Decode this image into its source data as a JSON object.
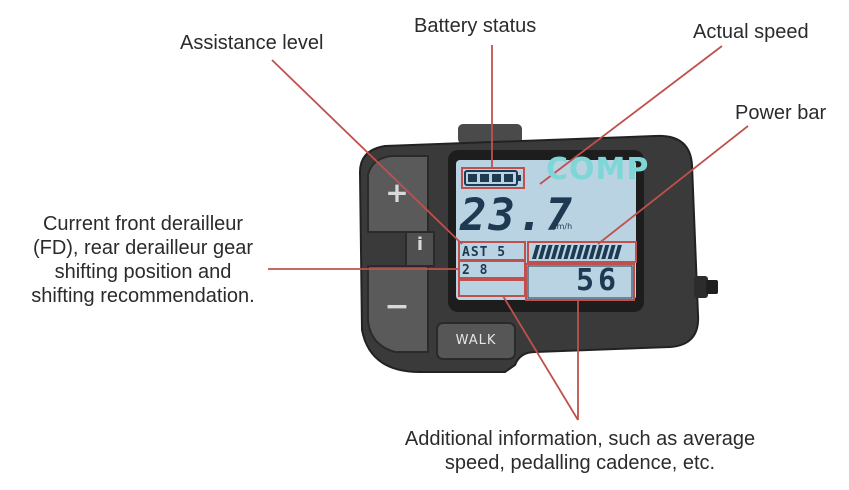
{
  "labels": {
    "assistance_level": "Assistance level",
    "battery_status": "Battery status",
    "actual_speed": "Actual speed",
    "power_bar": "Power bar",
    "fd_rd": [
      "Current front derailleur",
      "(FD), rear derailleur gear",
      "shifting position and",
      "shifting recommendation."
    ],
    "additional_info": [
      "Additional information, such as average",
      "speed, pedalling cadence, etc."
    ]
  },
  "device": {
    "logo": "COMP",
    "speed": "23.7",
    "speed_unit": "km/h",
    "assist": "AST 5",
    "gear": "2   8",
    "info_value": "56",
    "buttons": {
      "plus": "+",
      "info": "i",
      "minus": "−",
      "walk": "WALK"
    }
  },
  "colors": {
    "callout": "#c0504d",
    "body": "#3a3a3a",
    "lcd": "#b9d3e3",
    "lcd_text": "#1e3a52"
  },
  "power_bar_fraction": 0.85,
  "battery_bars": 4
}
